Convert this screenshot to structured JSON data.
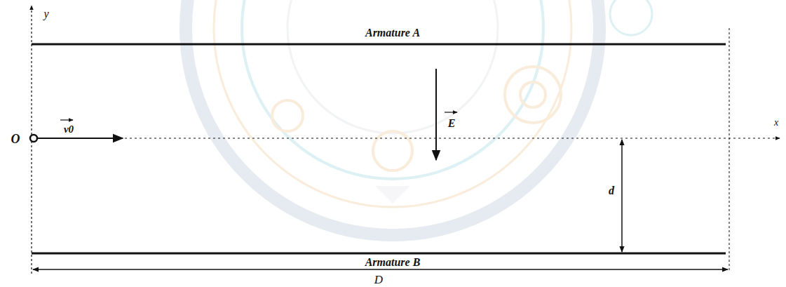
{
  "diagram": {
    "labels": [
      "y",
      "Armature A",
      "O",
      "v0",
      "E",
      "x",
      "d",
      "Armature B",
      "D"
    ]
  }
}
